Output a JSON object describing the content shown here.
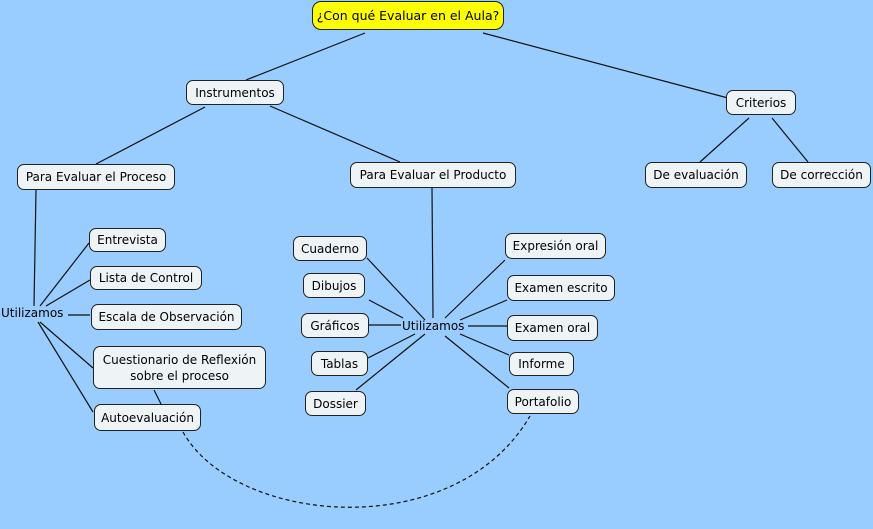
{
  "colors": {
    "background": "#99ccff",
    "root_fill": "#ffff00",
    "node_fill": "#eef4f6"
  },
  "root": "¿Con qué Evaluar en el Aula?",
  "instrumentos": "Instrumentos",
  "criterios": "Criterios",
  "proceso": "Para Evaluar el Proceso",
  "producto": "Para Evaluar el Producto",
  "de_evaluacion": "De evaluación",
  "de_correccion": "De corrección",
  "link_proceso": "Utilizamos",
  "link_producto": "Utilizamos",
  "proceso_items": [
    "Entrevista",
    "Lista de Control",
    "Escala de Observación",
    "Cuestionario de Reflexión sobre el proceso",
    "Autoevaluación"
  ],
  "producto_left": [
    "Cuaderno",
    "Dibujos",
    "Gráficos",
    "Tablas",
    "Dossier"
  ],
  "producto_right": [
    "Expresión oral",
    "Examen escrito",
    "Examen oral",
    "Informe",
    "Portafolio"
  ]
}
